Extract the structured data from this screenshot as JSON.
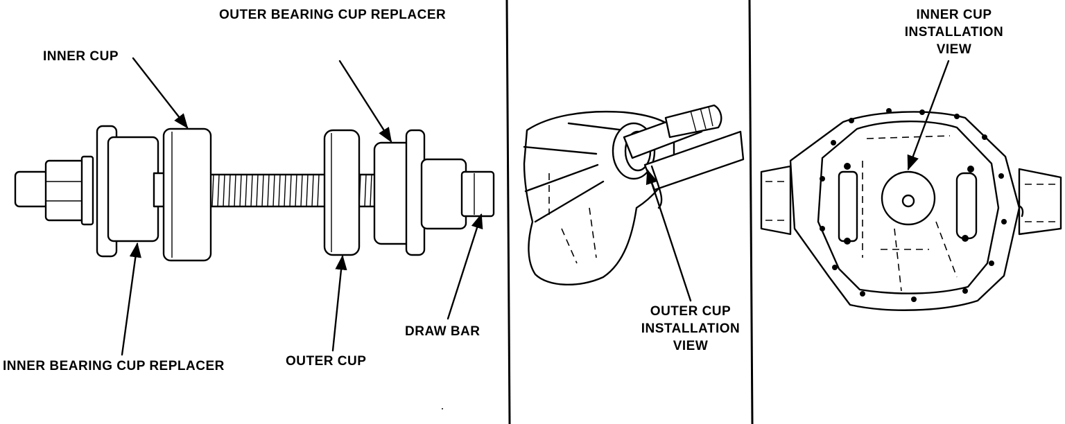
{
  "labels": {
    "outer_bearing_cup_replacer": "OUTER BEARING CUP REPLACER",
    "inner_cup": "INNER CUP",
    "inner_bearing_cup_replacer": "INNER BEARING CUP REPLACER",
    "outer_cup": "OUTER CUP",
    "draw_bar": "DRAW BAR",
    "outer_cup_installation_view": [
      "OUTER CUP",
      "INSTALLATION",
      "VIEW"
    ],
    "inner_cup_installation_view": [
      "INNER CUP",
      "INSTALLATION",
      "VIEW"
    ]
  },
  "colors": {
    "ink": "#000000",
    "paper": "#ffffff"
  }
}
